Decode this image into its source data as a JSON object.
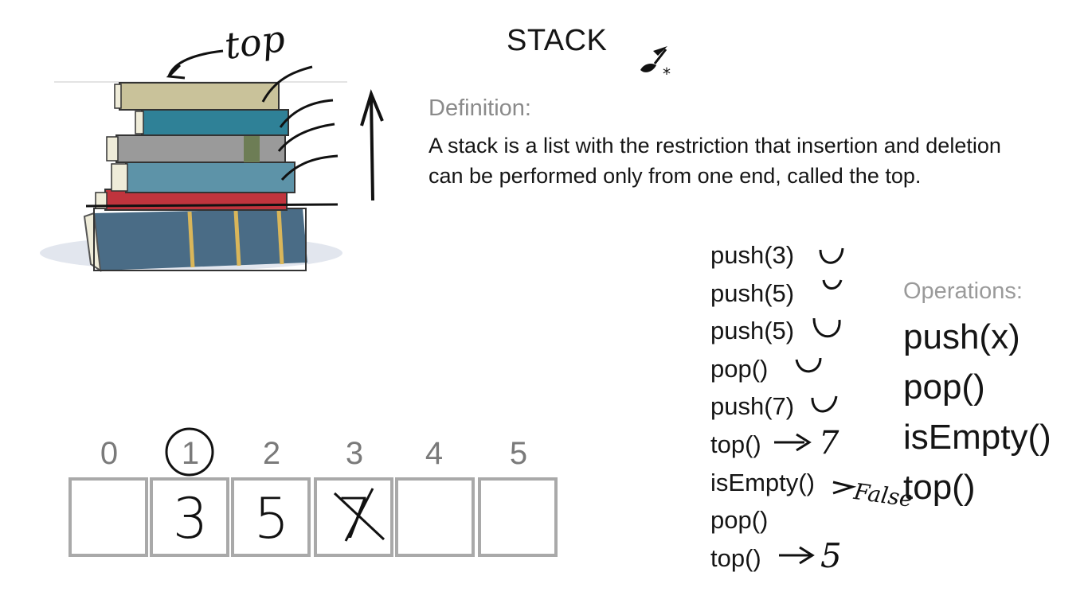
{
  "title": "STACK",
  "definition": {
    "label": "Definition:",
    "line1": "A stack is a list with the restriction that insertion and deletion",
    "line2": "can be performed only from one end, called the top."
  },
  "operations": {
    "label": "Operations:",
    "items": [
      "push(x)",
      "pop()",
      "isEmpty()",
      "top()"
    ]
  },
  "calls": [
    "push(3)",
    "push(5)",
    "push(5)",
    "pop()",
    "push(7)",
    "top()",
    "isEmpty()",
    "pop()",
    "top()"
  ],
  "annotations": {
    "top_label": "top",
    "top_result_1": "7",
    "isempty_result": "False",
    "top_result_2": "5"
  },
  "array": {
    "indices": [
      "0",
      "1",
      "2",
      "3",
      "4",
      "5"
    ],
    "values": [
      "",
      "3",
      "5",
      "7",
      "",
      ""
    ],
    "circled_index": "1",
    "crossed_value_index": 3
  },
  "icons": {
    "brush": "paintbrush-icon",
    "books": "book-stack-illustration"
  },
  "colors": {
    "accent_gray": "#8a8a8a",
    "cell_border": "#a9a9a9"
  }
}
